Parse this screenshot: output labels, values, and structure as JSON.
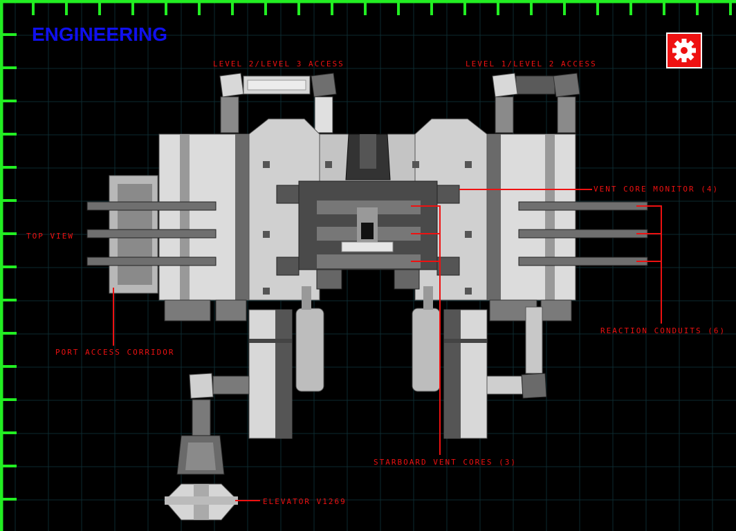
{
  "header": {
    "title": "ENGINEERING"
  },
  "colors": {
    "background": "#000000",
    "grid": "#0d2a30",
    "frame": "#22ee22",
    "label": "#ee1111",
    "title": "#1010ee"
  },
  "controls": {
    "settings_icon": "gear-icon"
  },
  "map": {
    "view_label": "TOP VIEW",
    "callouts": {
      "level23": "LEVEL 2/LEVEL 3 ACCESS",
      "level12": "LEVEL 1/LEVEL 2 ACCESS",
      "vent_monitor": "VENT CORE MONITOR (4)",
      "reaction_conduits": "REACTION CONDUITS (6)",
      "port_corridor": "PORT ACCESS CORRIDOR",
      "starboard_vents": "STARBOARD VENT CORES (3)",
      "elevator": "ELEVATOR V1269"
    }
  }
}
